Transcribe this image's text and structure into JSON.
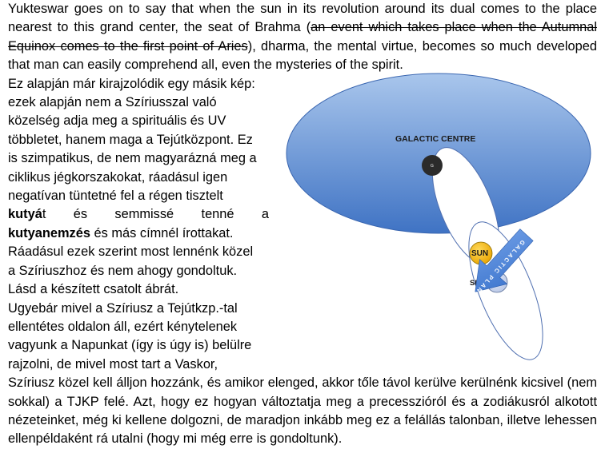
{
  "paragraph1": {
    "before": "Yukteswar goes on to say that when the sun in its revolution around its dual comes to the place nearest to this grand center, the seat of Brahma (",
    "struck": "an event which takes place when the Autumnal Equinox comes to the first point of Aries",
    "after": "), dharma, the mental virtue, becomes so much developed that man can easily comprehend all, even the mysteries of the spirit."
  },
  "paragraph2": {
    "lines": [
      "Ez alapján már kirajzolódik egy másik kép:",
      "ezek alapján nem a Szíriusszal való",
      "közelség adja meg a spirituális és UV",
      "többletet, hanem maga a Tejútközpont. Ez",
      "is szimpatikus, de nem magyarázná meg a",
      "ciklikus jégkorszakokat, ráadásul igen",
      "negatívan tüntetné fel a régen tisztelt"
    ],
    "kutya_bold": "kutyá",
    "kutya_rest": "t és semmissé tenné a",
    "kutyanemzes_bold": "kutyanemzés",
    "kutyanemzes_rest": " és más címnél írottakat.",
    "lines_after": [
      "Ráadásul ezek szerint most lennénk közel",
      "a Szíriuszhoz és nem ahogy gondoltuk.",
      "Lásd a készített csatolt ábrát."
    ]
  },
  "paragraph3": {
    "lines_left": [
      "Ugyebár mivel a Szíriusz a Tejútkzp.-tal",
      "ellentétes oldalon áll, ezért kénytelenek",
      "vagyunk a Napunkat (így is úgy is) belülre",
      "rajzolni, de mivel most tart a Vaskor,"
    ],
    "rest": "Szíriusz közel kell álljon hozzánk, és amikor elenged, akkor tőle távol kerülve kerülnénk kicsivel (nem sokkal) a TJKP felé. Azt, hogy ez hogyan változtatja meg a precesszióról és a zodiákusról alkotott nézeteinket, még ki kellene dolgozni, de maradjon inkább meg ez a felállás talonban, illetve lehessen ellenpéldaként rá utalni (hogy mi még erre is gondoltunk)."
  },
  "figure": {
    "galactic_centre_label": "GALACTIC CENTRE",
    "g_label": "G",
    "sun_label": "SUN",
    "sirius_label": "SIRIUS",
    "arrow_label": "GALACTIC PLANE",
    "colors": {
      "galaxy_top": "#a9c6ec",
      "galaxy_bottom": "#3f73c4",
      "galaxy_stroke": "#3a66b0",
      "sun": "#e8a400",
      "sirius": "#b9c7e6",
      "orbit_stroke": "#4f6fb0",
      "arrow": "#3a73cc",
      "core": "#2b2b2b"
    }
  }
}
